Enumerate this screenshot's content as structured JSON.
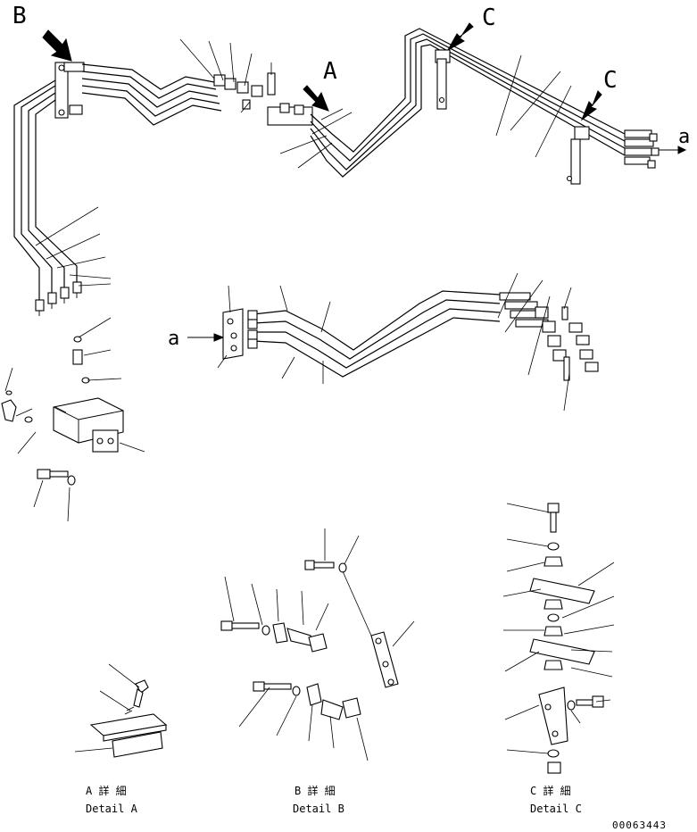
{
  "view_letters": {
    "b": "B",
    "a": "A",
    "c1": "C",
    "c2": "C"
  },
  "connection_marks": {
    "a_top": "a",
    "a_middle": "a"
  },
  "captions": {
    "a_jp": "A 詳 細",
    "a_en": "Detail A",
    "b_jp": "B 詳 細",
    "b_en": "Detail B",
    "c_jp": "C 詳 細",
    "c_en": "Detail C"
  },
  "drawing_number": "00063443"
}
